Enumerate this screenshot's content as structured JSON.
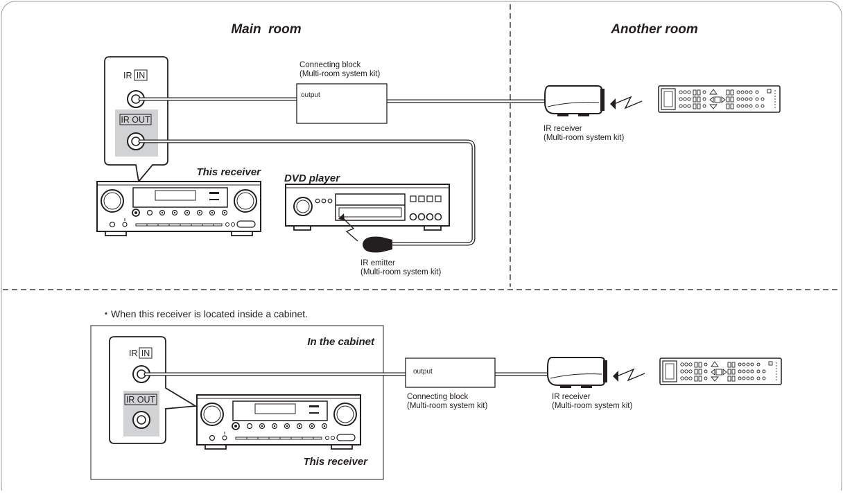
{
  "sections": {
    "main_room": "Main  room",
    "another_room": "Another room",
    "cabinet_note": "・When this receiver is located inside a cabinet.",
    "cabinet_label": "In the cabinet"
  },
  "devices": {
    "this_receiver": "This receiver",
    "dvd_player": "DVD player"
  },
  "jacks": {
    "ir": "IR",
    "in": "IN",
    "ir_out": "IR OUT"
  },
  "connecting_block": {
    "title": "Connecting block",
    "kit": "(Multi-room system kit)",
    "port": "output"
  },
  "ir_receiver": {
    "title": "IR receiver",
    "kit": "(Multi-room system kit)"
  },
  "ir_emitter": {
    "title": "IR emitter",
    "kit": "(Multi-room system kit)"
  },
  "colors": {
    "line": "#231f20",
    "panel_fill": "#d1d2d4",
    "border": "#9b9c9e",
    "dash": "#6d6e71"
  }
}
